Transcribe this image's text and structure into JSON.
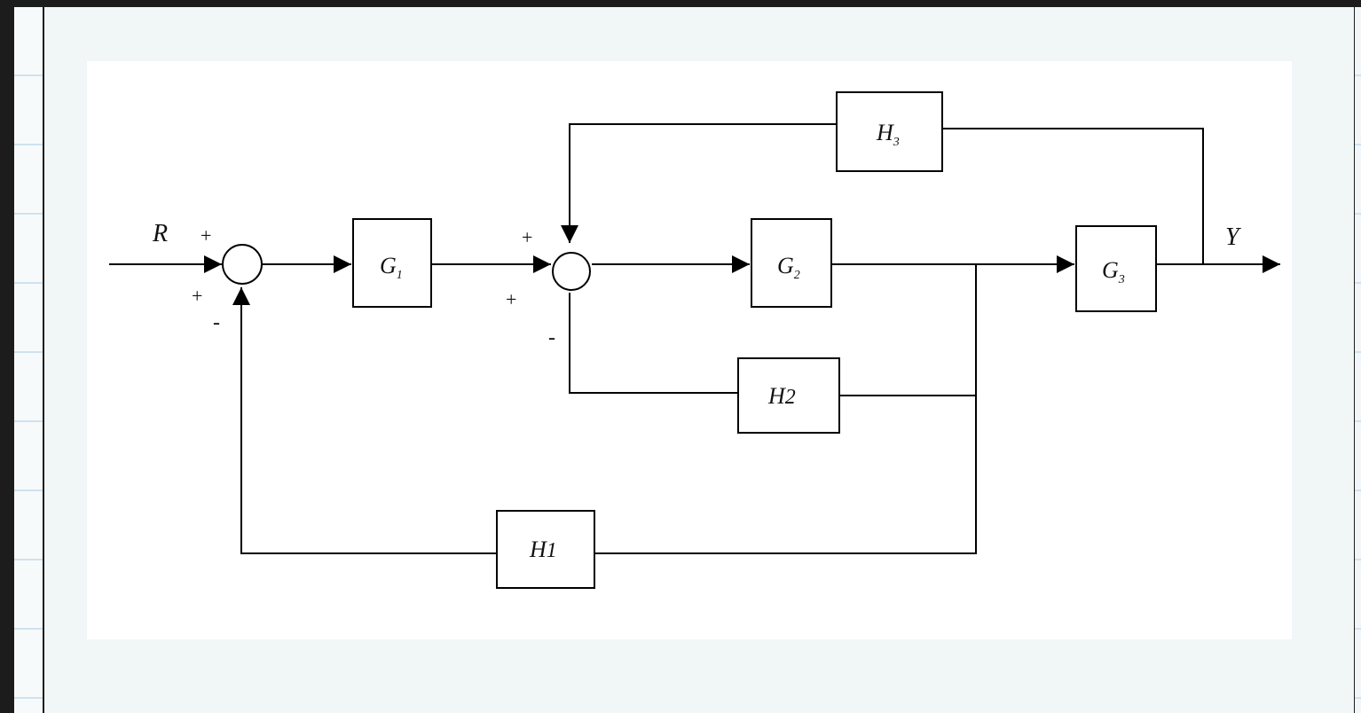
{
  "diagram": {
    "signals": {
      "input": "R",
      "output": "Y"
    },
    "blocks": {
      "g1": {
        "letter": "G",
        "sub": "1"
      },
      "g2": {
        "letter": "G",
        "sub": "2"
      },
      "g3": {
        "letter": "G",
        "sub": "3"
      },
      "h1": {
        "letter": "H",
        "sub": "1"
      },
      "h2": {
        "letter": "H",
        "sub": "2"
      },
      "h3": {
        "letter": "H",
        "sub": "3"
      }
    },
    "sum1_signs": {
      "top": "+",
      "left": "+",
      "bottom": "-"
    },
    "sum2_signs": {
      "top": "+",
      "left": "+",
      "bottom": "-"
    }
  }
}
